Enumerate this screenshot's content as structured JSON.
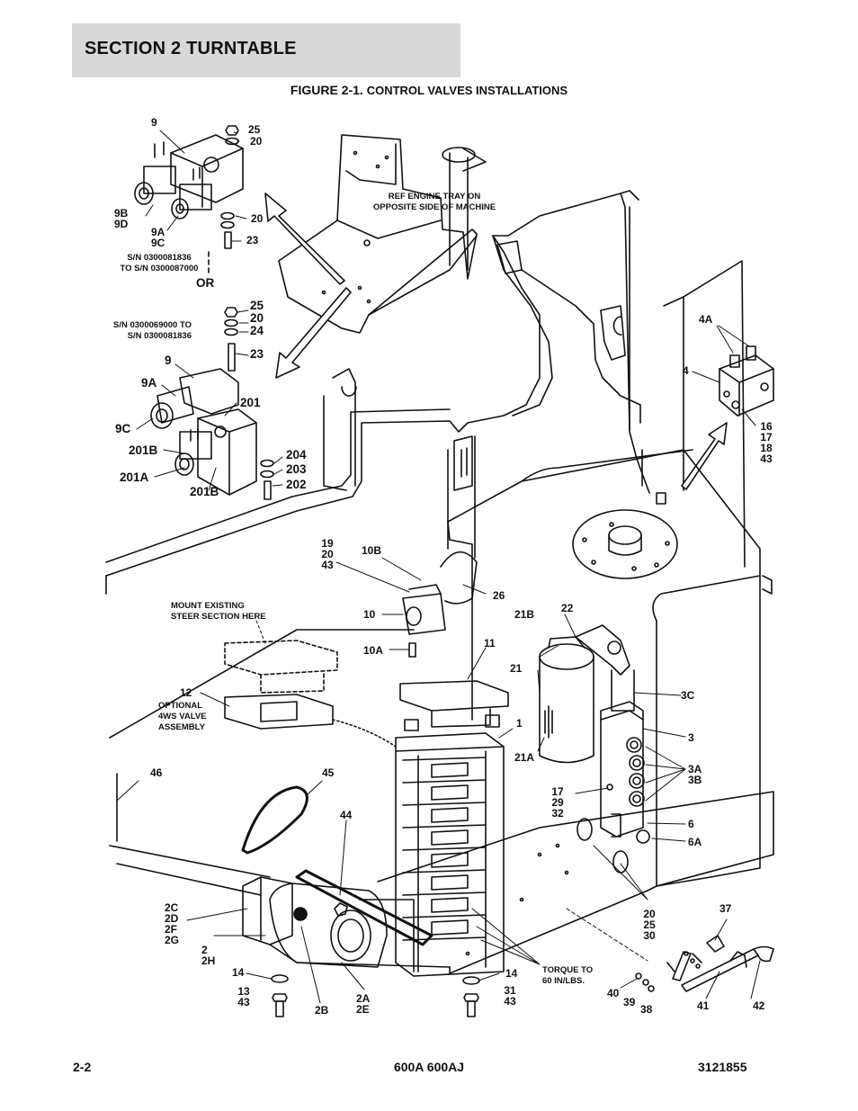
{
  "header": {
    "section_title": "SECTION 2   TURNTABLE"
  },
  "figure": {
    "number": "FIGURE 2-1.",
    "title": "CONTROL VALVES INSTALLATIONS"
  },
  "footer": {
    "page": "2-2",
    "models": "600A 600AJ",
    "doc_number": "3121855"
  },
  "callouts": {
    "top_9": "9",
    "top_25": "25",
    "top_20a": "20",
    "top_20b": "20",
    "top_23": "23",
    "top_9b9d": "9B\n9D",
    "top_9a9c": "9A\n9C",
    "sn_range_a": "S/N 0300081836\nTO S/N 0300087000",
    "or": "OR",
    "sn_range_b": "S/N 0300069000 TO\nS/N 0300081836",
    "b_25": "25",
    "b_20": "20",
    "b_24": "24",
    "b_23": "23",
    "b_9": "9",
    "b_9a": "9A",
    "b_201": "201",
    "b_9c": "9C",
    "b_201b_a": "201B",
    "b_204": "204",
    "b_203": "203",
    "b_201a": "201A",
    "b_202": "202",
    "b_201b_b": "201B",
    "ref_tray": "REF ENGINE TRAY ON\nOPPOSITE SIDE OF MACHINE",
    "c_4a": "4A",
    "c_4": "4",
    "c_16_43": "16\n17\n18\n43",
    "c_19_43": "19\n20\n43",
    "c_10b": "10B",
    "c_26": "26",
    "c_10": "10",
    "c_10a": "10A",
    "mount_note": "MOUNT EXISTING\nSTEER SECTION HERE",
    "c_11": "11",
    "c_12": "12",
    "optional_note": "OPTIONAL\n4WS VALVE\nASSEMBLY",
    "c_21b": "21B",
    "c_22": "22",
    "c_21": "21",
    "c_1": "1",
    "c_21a": "21A",
    "c_3c": "3C",
    "c_3": "3",
    "c_3a3b": "3A\n3B",
    "c_17_32": "17\n29\n32",
    "c_6": "6",
    "c_6a": "6A",
    "c_46": "46",
    "c_45": "45",
    "c_44": "44",
    "c_20_30": "20\n25\n30",
    "c_37": "37",
    "c_2c_2g": "2C\n2D\n2F\n2G",
    "c_2_2h": "2\n2H",
    "c_14a": "14",
    "c_13_43": "13\n43",
    "c_2b": "2B",
    "c_2a2e": "2A\n2E",
    "c_14b": "14",
    "c_31_43": "31\n43",
    "torque_note": "TORQUE TO\n60 IN/LBS.",
    "c_40": "40",
    "c_39": "39",
    "c_38": "38",
    "c_41": "41",
    "c_42": "42"
  }
}
